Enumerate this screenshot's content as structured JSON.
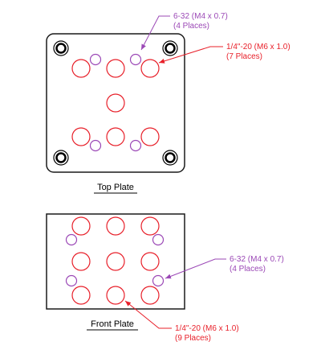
{
  "colors": {
    "red": "#e8202a",
    "purple": "#9b48b6",
    "outline": "#1a1a1a"
  },
  "top_plate": {
    "title": "Top Plate",
    "callout_small": {
      "line1": "6-32 (M4 x 0.7)",
      "line2": "(4 Places)"
    },
    "callout_large": {
      "line1": "1/4\"-20 (M6 x 1.0)",
      "line2": "(7 Places)"
    }
  },
  "front_plate": {
    "title": "Front Plate",
    "callout_small": {
      "line1": "6-32 (M4 x 0.7)",
      "line2": "(4 Places)"
    },
    "callout_large": {
      "line1": "1/4\"-20 (M6 x 1.0)",
      "line2": "(9 Places)"
    }
  }
}
